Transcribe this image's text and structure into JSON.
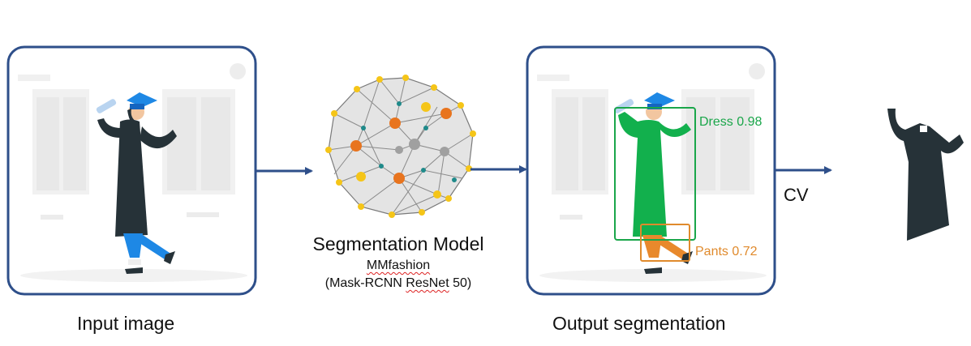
{
  "input_caption": "Input image",
  "model": {
    "title": "Segmentation Model",
    "library": "MMfashion",
    "architecture_open": "(Mask-RCNN ",
    "architecture_backbone": "ResNet",
    "architecture_close": " 50)"
  },
  "output_caption": "Output segmentation",
  "step_label": "CV",
  "detections": [
    {
      "label": "Dress 0.98",
      "color": "#1aa64a"
    },
    {
      "label": "Pants 0.72",
      "color": "#e08a2c"
    }
  ],
  "colors": {
    "frame": "#2e4f8a",
    "arrow": "#2e4f8a",
    "gown": "#263238",
    "dress_mask": "#12b04d",
    "pants_mask": "#e8892c",
    "network_edge": "#7a7a7a",
    "node_orange": "#e8741e",
    "node_yellow": "#f5c518",
    "node_teal": "#1f8a8a",
    "node_grey": "#a0a0a0"
  }
}
